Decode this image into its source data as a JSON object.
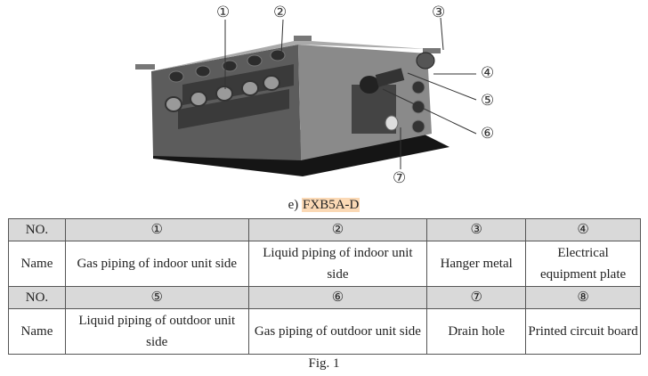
{
  "figure": {
    "callouts": [
      "①",
      "②",
      "③",
      "④",
      "⑤",
      "⑥",
      "⑦"
    ]
  },
  "caption": {
    "prefix": "e)",
    "model": "FXB5A-D"
  },
  "table": {
    "rows": [
      {
        "label": "NO.",
        "cells": [
          "①",
          "②",
          "③",
          "④"
        ]
      },
      {
        "label": "Name",
        "cells": [
          "Gas piping of indoor unit side",
          "Liquid piping of indoor unit side",
          "Hanger metal",
          "Electrical equipment plate"
        ]
      },
      {
        "label": "NO.",
        "cells": [
          "⑤",
          "⑥",
          "⑦",
          "⑧"
        ]
      },
      {
        "label": "Name",
        "cells": [
          "Liquid piping of outdoor unit side",
          "Gas piping of outdoor unit side",
          "Drain hole",
          "Printed circuit board"
        ]
      }
    ]
  },
  "fig_label": "Fig. 1"
}
